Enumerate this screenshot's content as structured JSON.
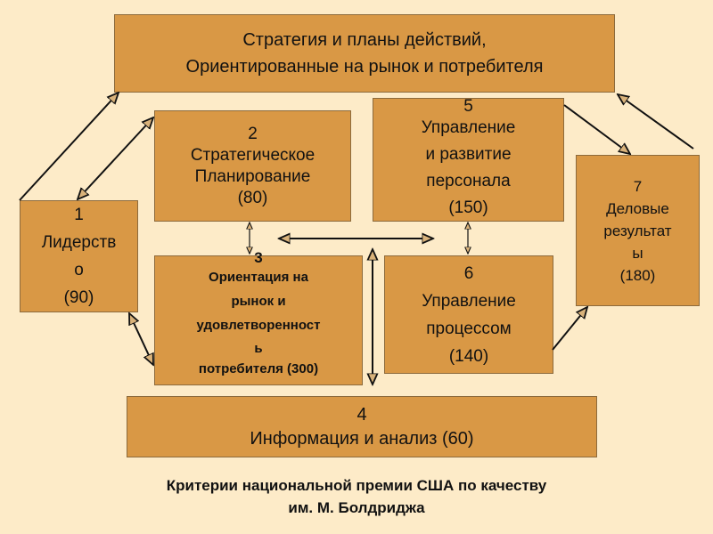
{
  "top": {
    "line1": "Стратегия и планы действий,",
    "line2": "Ориентированные на рынок и потребителя"
  },
  "boxes": {
    "b1": {
      "num": "1",
      "l1": "Лидерств",
      "l2": "о",
      "score": "(90)"
    },
    "b2": {
      "num": "2",
      "l1": "Стратегическое",
      "l2": "Планирование",
      "score": "(80)"
    },
    "b3": {
      "num": "3",
      "l1": "Ориентация на",
      "l2": "рынок и",
      "l3": "удовлетворенност",
      "l4": "ь",
      "l5": "потребителя (300)"
    },
    "b4": {
      "num": "4",
      "l1": "Информация и анализ (60)"
    },
    "b5": {
      "num": "5",
      "l1": "Управление",
      "l2": "и развитие",
      "l3": "персонала",
      "score": "(150)"
    },
    "b6": {
      "num": "6",
      "l1": "Управление",
      "l2": "процессом",
      "score": "(140)"
    },
    "b7": {
      "num": "7",
      "l1": "Деловые",
      "l2": "результат",
      "l3": "ы",
      "score": "(180)"
    }
  },
  "caption": {
    "line1": "Критерии национальной премии США по качеству",
    "line2": "им. М. Болдриджа"
  },
  "colors": {
    "background": "#fdebc8",
    "box": "#d99845"
  }
}
